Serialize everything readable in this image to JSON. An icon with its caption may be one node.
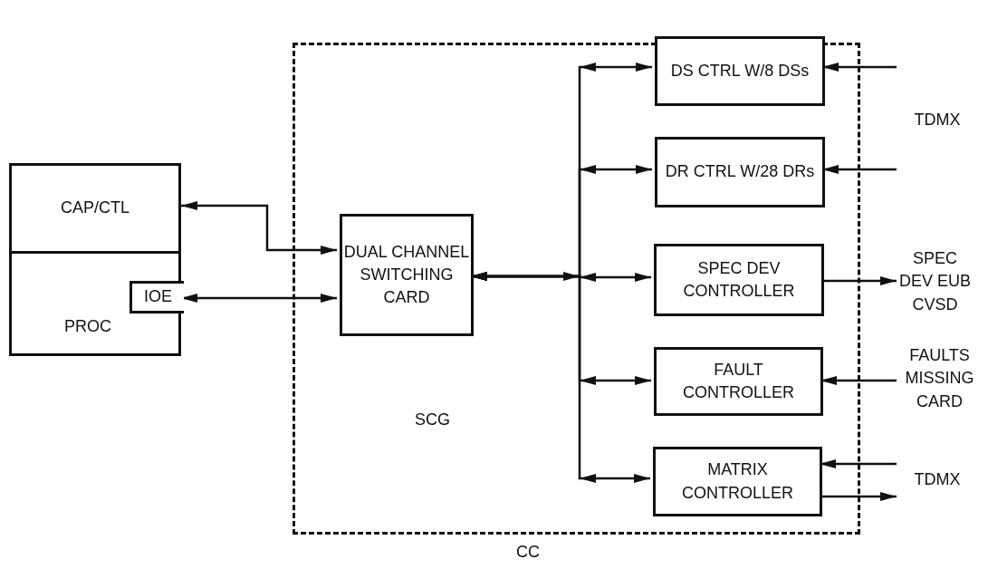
{
  "diagram": {
    "nodes": [
      {
        "text": [
          "SCG",
          "CC"
        ]
      },
      {
        "text": [
          "CAP/CTL"
        ]
      },
      {
        "text": [
          "PROC"
        ]
      },
      {
        "text": [
          "IOE"
        ],
        "in": 2
      },
      {
        "text": [
          "DUAL CHANNEL SWITCHING CARD"
        ],
        "in": 0
      },
      {
        "text": [
          "DS CTRL W/8 DSs"
        ],
        "in": 0
      },
      {
        "text": [
          "DR CTRL W/28 DRs"
        ],
        "in": 0
      },
      {
        "text": [
          "SPEC DEV CONTROLLER"
        ],
        "in": 0
      },
      {
        "text": [
          "FAULT CONTROLLER"
        ],
        "in": 0
      },
      {
        "text": [
          "MATRIX CONTROLLER"
        ],
        "in": 0
      },
      {
        "text": [
          "TDMX"
        ]
      },
      {
        "text": [
          "SPEC DEV EUB CVSD"
        ]
      },
      {
        "text": [
          "FAULTS MISSING CARD"
        ]
      },
      {
        "text": [
          "TDMX"
        ]
      }
    ],
    "edges": [
      {
        "from": 1,
        "to": 4,
        "arrow": "both"
      },
      {
        "from": 3,
        "to": 4,
        "arrow": "both"
      },
      {
        "from": 4,
        "to": 5,
        "arrow": "both"
      },
      {
        "from": 4,
        "to": 6,
        "arrow": "both"
      },
      {
        "from": 4,
        "to": 7,
        "arrow": "both"
      },
      {
        "from": 4,
        "to": 8,
        "arrow": "both"
      },
      {
        "from": 4,
        "to": 9,
        "arrow": "both"
      },
      {
        "from": 10,
        "to": 5,
        "arrow": "to"
      },
      {
        "from": 10,
        "to": 6,
        "arrow": "to"
      },
      {
        "from": 7,
        "to": 11,
        "arrow": "to"
      },
      {
        "from": 12,
        "to": 8,
        "arrow": "to"
      },
      {
        "from": 13,
        "to": 9,
        "arrow": "to"
      },
      {
        "from": 9,
        "to": 13,
        "arrow": "to"
      }
    ]
  }
}
